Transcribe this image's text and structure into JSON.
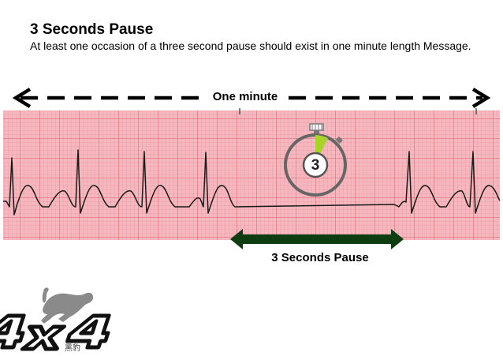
{
  "header": {
    "title": "3 Seconds Pause",
    "subtitle": "At least one occasion of a three second pause should exist in one minute length Message."
  },
  "diagram": {
    "duration_label": "One minute",
    "pause_label": "3 Seconds Pause",
    "timer_value": "3"
  },
  "logo": {
    "text": "4x4",
    "caption": "黑豹"
  },
  "colors": {
    "ecg_background": "#f5b8be",
    "grid_minor": "#f08a94",
    "grid_major": "#e05a68",
    "trace": "#1a1a1a",
    "pause_arrow": "#0f3d12",
    "timer_accent": "#a8d42a"
  }
}
